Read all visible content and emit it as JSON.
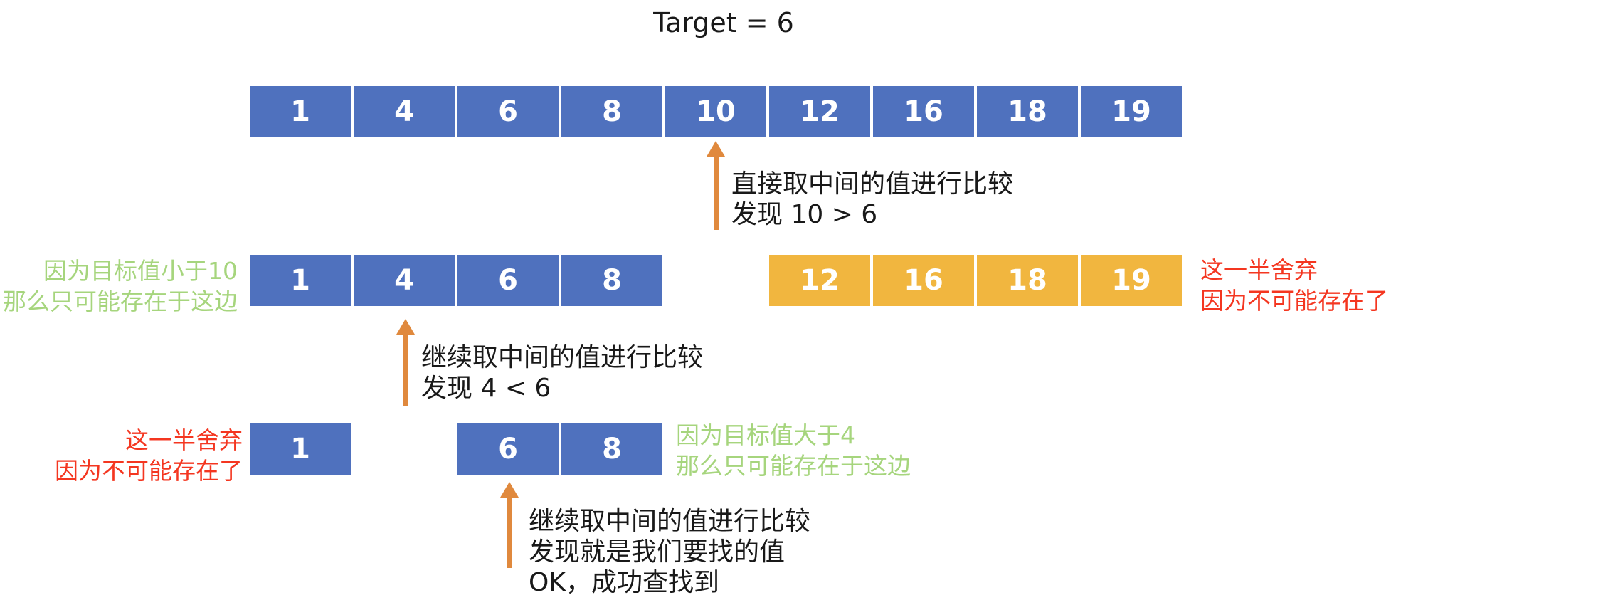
{
  "title": "Target = 6",
  "colors": {
    "box_blue": "#4F71BE",
    "box_orange": "#F1B63F",
    "arrow_orange": "#E0893D",
    "label_green": "#A6D57D",
    "label_red": "#F43620",
    "text_black": "#191919"
  },
  "arrays": {
    "row1": {
      "values": [
        "1",
        "4",
        "6",
        "8",
        "10",
        "12",
        "16",
        "18",
        "19"
      ],
      "style": "blue"
    },
    "row2_left": {
      "values": [
        "1",
        "4",
        "6",
        "8"
      ],
      "style": "blue"
    },
    "row2_right": {
      "values": [
        "12",
        "16",
        "18",
        "19"
      ],
      "style": "orange"
    },
    "row3_left": {
      "values": [
        "1"
      ],
      "style": "blue"
    },
    "row3_mid": {
      "values": [
        "6",
        "8"
      ],
      "style": "blue"
    }
  },
  "annotations": {
    "step1": {
      "lines": [
        "直接取中间的值进行比较",
        "发现 10 > 6"
      ]
    },
    "step2": {
      "lines": [
        "继续取中间的值进行比较",
        "发现 4 < 6"
      ]
    },
    "step3": {
      "lines": [
        "继续取中间的值进行比较",
        "发现就是我们要找的值",
        "OK，成功查找到"
      ]
    }
  },
  "labels": {
    "keep_left": {
      "lines": [
        "因为目标值小于10",
        "那么只可能存在于这边"
      ],
      "color": "green"
    },
    "discard_right": {
      "lines": [
        "这一半舍弃",
        "因为不可能存在了"
      ],
      "color": "red"
    },
    "discard_left": {
      "lines": [
        "这一半舍弃",
        "因为不可能存在了"
      ],
      "color": "red"
    },
    "keep_right": {
      "lines": [
        "因为目标值大于4",
        "那么只可能存在于这边"
      ],
      "color": "green"
    }
  }
}
